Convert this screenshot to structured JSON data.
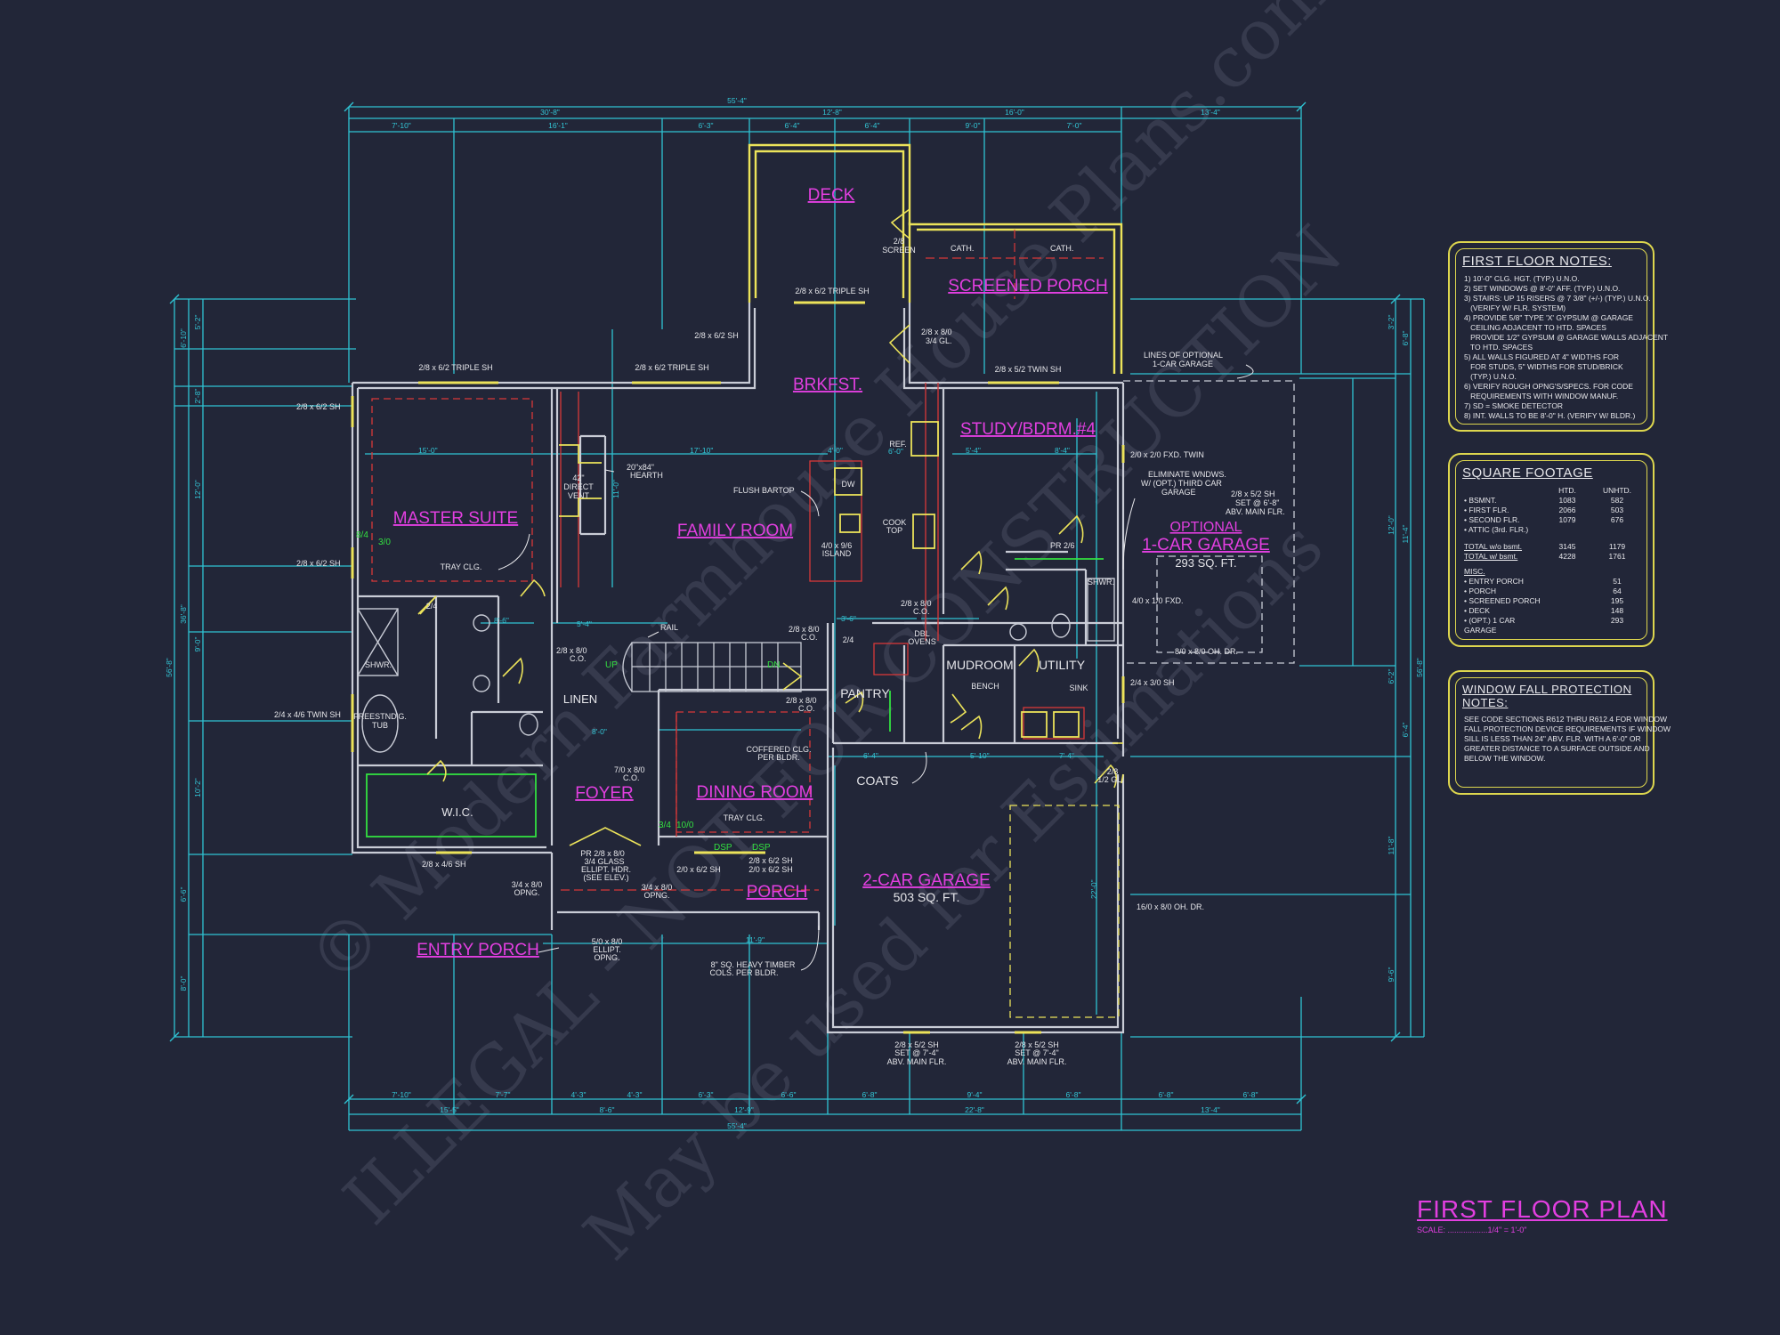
{
  "title": "FIRST FLOOR PLAN",
  "scale": "SCALE: ..................1/4\" = 1'-0\"",
  "watermark": [
    "© Modern Farmhouse House Plans.com",
    "ILLEGAL - NOT FOR CONSTRUCTION",
    "May be used for Estimations"
  ],
  "colors": {
    "background": "#222638",
    "dimension": "#2fc3d3",
    "wall": "#c9ccd6",
    "room_label": "#e23fe0",
    "text": "#e6e6ea",
    "notes": "#ddd64e",
    "door_mark": "#33e040"
  },
  "rooms": {
    "deck": "DECK",
    "screened_porch": "SCREENED PORCH",
    "brkfst": "BRKFST.",
    "study": "STUDY/BDRM.#4",
    "master_suite": "MASTER SUITE",
    "family_room": "FAMILY ROOM",
    "optional_garage": "OPTIONAL",
    "optional_garage_2": "1-CAR GARAGE",
    "optional_garage_area": "293 SQ. FT.",
    "mudroom": "MUDROOM",
    "utility": "UTILITY",
    "pantry": "PANTRY",
    "foyer": "FOYER",
    "dining_room": "DINING ROOM",
    "wic": "W.I.C.",
    "porch": "PORCH",
    "entry_porch": "ENTRY PORCH",
    "garage": "2-CAR GARAGE",
    "garage_area": "503 SQ. FT.",
    "coats": "COATS",
    "linen": "LINEN"
  },
  "labels": {
    "cath1": "CATH.",
    "cath2": "CATH.",
    "screen": "2/8",
    "screen2": "SCREEN",
    "triple_sh_deck": "2/8 x 6/2 TRIPLE SH",
    "sh_porch": "2/8 x 6/2 SH",
    "gl_door": "2/8 x 8/0",
    "gl_door2": "3/4 GL.",
    "master_triple": "2/8 x 6/2 TRIPLE SH",
    "family_triple": "2/8 x 6/2 TRIPLE SH",
    "study_twin": "2/8 x 5/2 TWIN SH",
    "lines_optional": "LINES OF OPTIONAL",
    "lines_optional2": "1-CAR GARAGE",
    "fxd_twin": "2/0 x 2/0 FXD. TWIN",
    "eliminate1": "ELIMINATE WNDWS.",
    "eliminate2": "W/ (OPT.) THIRD CAR",
    "eliminate3": "GARAGE",
    "set1": "2/8 x 5/2 SH",
    "set2": "SET @ 6'-8\"",
    "set3": "ABV. MAIN FLR.",
    "pr": "PR 2/6",
    "fxd": "4/0 x 1/0 FXD.",
    "oh_dr_opt": "8/0 x 8/0 OH. DR.",
    "sh_utility": "2/4 x 3/0 SH",
    "hearth1": "20\"x84\"",
    "hearth2": "HEARTH",
    "vent1": "42\"",
    "vent2": "DIRECT",
    "vent3": "VENT",
    "bartop": "FLUSH BARTOP",
    "island1": "4/0 x 9/6",
    "island2": "ISLAND",
    "dw": "DW",
    "ref": "REF.",
    "cooktop1": "COOK",
    "cooktop2": "TOP",
    "dbl1": "DBL",
    "dbl2": "OVENS",
    "tray_master": "TRAY CLG.",
    "tray_dining": "TRAY CLG.",
    "coffered1": "COFFERED CLG.",
    "coffered2": "PER BLDR.",
    "bench": "BENCH",
    "sink": "SINK",
    "shwr": "SHWR.",
    "shwr2": "SHWR.",
    "tub1": "FREESTND'G.",
    "tub2": "TUB",
    "twin_master": "2/4 x 4/6 TWIN SH",
    "sh_master1": "2/8 x 6/2 SH",
    "sh_master2": "2/8 x 6/2 SH",
    "sh_wic": "2/8 x 4/6 SH",
    "rail": "RAIL",
    "up": "UP",
    "dn": "DN",
    "co1": "2/8 x 8/0",
    "co1b": "C.O.",
    "co2": "2/8 x 8/0",
    "co2b": "C.O.",
    "co3": "7/0 x 8/0",
    "co3b": "C.O.",
    "co4": "2/8 x 8/0",
    "co4b": "C.O.",
    "co5": "2/8 x 8/0",
    "co5b": "C.O.",
    "glass1": "PR 2/8 x 8/0",
    "glass2": "3/4 GLASS",
    "glass3": "ELLIPT. HDR.",
    "glass4": "(SEE ELEV.)",
    "opng1": "3/4 x 8/0",
    "opng1b": "OPNG.",
    "opng2": "3/4 x 8/0",
    "opng2b": "OPNG.",
    "opng3": "5/0 x 8/0",
    "opng3b": "ELLIPT.",
    "opng3c": "OPNG.",
    "sh_dining1": "2/0 x 6/2 SH",
    "sh_dining2": "2/0 x 6/2 SH",
    "sh_dining3": "2/8 x 6/2 SH",
    "timber1": "8\" SQ. HEAVY TIMBER",
    "timber2": "COLS. PER BLDR.",
    "oh_dr": "16/0 x 8/0 OH. DR.",
    "gsh1": "2/8 x 5/2 SH",
    "gsh1b": "SET @ 7'-4\"",
    "gsh1c": "ABV. MAIN FLR.",
    "gsh2": "2/8 x 5/2 SH",
    "gsh2b": "SET @ 7'-4\"",
    "gsh2c": "ABV. MAIN FLR.",
    "pantry_door": "2/4",
    "bath_door": "2/4",
    "half_gl": "2/8",
    "half_gl2": "1/2 GL."
  },
  "dimensions": {
    "top_overall": "55'-4\"",
    "top_left": "30'-8\"",
    "top_mid": "12'-8\"",
    "top_right1": "16'-0\"",
    "top_right2": "13'-4\"",
    "top_sub": [
      "7'-10\"",
      "16'-1\"",
      "6'-3\"",
      "6'-4\"",
      "6'-4\"",
      "9'-0\"",
      "7'-0\""
    ],
    "bottom_sub": [
      "7'-10\"",
      "7'-7\"",
      "4'-3\"",
      "4'-3\"",
      "6'-3\"",
      "6'-6\"",
      "6'-8\"",
      "9'-4\"",
      "6'-8\"",
      "6'-8\"",
      "6'-8\""
    ],
    "bottom_mid": [
      "15'-5\"",
      "8'-6\"",
      "12'-9\"",
      "22'-8\"",
      "13'-4\""
    ],
    "bottom_overall": "55'-4\"",
    "left_overall": "56'-8\"",
    "left_sub": [
      "6'-10\"",
      "5'-2\"",
      "2'-8\"",
      "12'-0\"",
      "36'-8\"",
      "9'-0\"",
      "10'-2\"",
      "6'-6\"",
      "8'-0\""
    ],
    "right_overall": "56'-8\"",
    "right_sub": [
      "6'-8\"",
      "3'-2\"",
      "12'-0\"",
      "11'-4\"",
      "6'-2\"",
      "6'-4\"",
      "11'-8\"",
      "9'-6\""
    ],
    "interior": [
      "15'-0\"",
      "17'-10\"",
      "4'-0\"",
      "6'-0\"",
      "5'-4\"",
      "8'-4\"",
      "11'-0\"",
      "5'-4\"",
      "8'-0\"",
      "6'-4\"",
      "7'-4\"",
      "5'-10\"",
      "8'-6\"",
      "3'-6\"",
      "11'-9\"",
      "22'-0\""
    ]
  },
  "notes": {
    "first_floor": {
      "title": "FIRST FLOOR NOTES:",
      "lines": [
        "1) 10'-0\" CLG. HGT. (TYP.) U.N.O.",
        "2) SET WINDOWS @ 8'-0\" AFF. (TYP.) U.N.O.",
        "3) STAIRS: UP 15 RISERS @ 7 3/8\" (+/-) (TYP.) U.N.O.",
        "   (VERIFY W/ FLR. SYSTEM)",
        "4) PROVIDE 5/8\" TYPE 'X' GYPSUM @ GARAGE",
        "   CEILING ADJACENT TO HTD. SPACES",
        "   PROVIDE 1/2\" GYPSUM @ GARAGE WALLS ADJACENT",
        "   TO HTD. SPACES",
        "5) ALL WALLS FIGURED AT 4\" WIDTHS FOR",
        "   FOR STUDS, 5\" WIDTHS FOR STUD/BRICK",
        "   (TYP.) U.N.O.",
        "6) VERIFY ROUGH OPNG'S/SPECS. FOR CODE",
        "   REQUIREMENTS WITH WINDOW MANUF.",
        "7) SD = SMOKE DETECTOR",
        "8) INT. WALLS TO BE 8'-0\" H. (VERIFY W/ BLDR.)"
      ]
    },
    "square_footage": {
      "title": "SQUARE FOOTAGE",
      "col_htd": "HTD.",
      "col_unhtd": "UNHTD.",
      "rows": [
        {
          "label": "• BSMNT.",
          "htd": "1083",
          "unhtd": "582"
        },
        {
          "label": "• FIRST FLR.",
          "htd": "2066",
          "unhtd": "503"
        },
        {
          "label": "• SECOND FLR.",
          "htd": "1079",
          "unhtd": "676"
        },
        {
          "label": "• ATTIC (3rd. FLR.)",
          "htd": "",
          "unhtd": ""
        }
      ],
      "totals": [
        {
          "label": "TOTAL w/o bsmt.",
          "htd": "3145",
          "unhtd": "1179"
        },
        {
          "label": "TOTAL w/ bsmt.",
          "htd": "4228",
          "unhtd": "1761"
        }
      ],
      "misc_title": "MISC.",
      "misc": [
        {
          "label": "• ENTRY PORCH",
          "value": "51"
        },
        {
          "label": "• PORCH",
          "value": "64"
        },
        {
          "label": "• SCREENED PORCH",
          "value": "195"
        },
        {
          "label": "• DECK",
          "value": "148"
        },
        {
          "label": "• (OPT.) 1 CAR GARAGE",
          "value": "293"
        }
      ]
    },
    "window_fall": {
      "title": "WINDOW FALL PROTECTION NOTES:",
      "lines": [
        "SEE CODE SECTIONS R612 THRU R612.4 FOR WINDOW",
        "FALL PROTECTION DEVICE REQUIREMENTS IF WINDOW",
        "SILL IS LESS THAN 24\" ABV. FLR. WITH A 6'-0\" OR",
        "GREATER DISTANCE TO A SURFACE OUTSIDE AND",
        "BELOW THE WINDOW."
      ]
    }
  }
}
